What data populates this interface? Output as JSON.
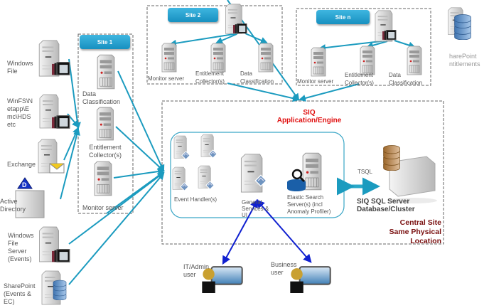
{
  "colors": {
    "connector": "#1b9bbf",
    "user_link": "#1020d0",
    "title_red": "#e01010",
    "central_site": "#7a1010",
    "site_tab": "#1e9ccc"
  },
  "sources": [
    {
      "label": "Windows\nFile",
      "icon": "file-server-icon"
    },
    {
      "label": "WinFS\\N\netapp\\E\nmc\\HDS\netc",
      "icon": "file-server-icon"
    },
    {
      "label": "Exchange",
      "icon": "mail-server-icon"
    },
    {
      "label": "Active\nDirectory",
      "icon": "directory-server-icon"
    },
    {
      "label": "Windows\nFile\nServer\n(Events)",
      "icon": "file-server-icon"
    },
    {
      "label": "SharePoint\n(Events &\nEC)",
      "icon": "database-server-icon"
    }
  ],
  "site1": {
    "title": "Site 1",
    "data_classification": "Data\nClassification",
    "entitlement": "Entitlement\nCollector(s)",
    "monitor": "Monitor server"
  },
  "site2": {
    "title": "Site 2",
    "monitor": "Monitor server",
    "entitlement": "Entitlement\nCollector(s)",
    "data_classification": "Data\nClassification"
  },
  "siten": {
    "title": "Site n",
    "monitor": "Monitor server",
    "entitlement": "Entitlement\nCollector(s)",
    "data_classification": "Data\nClassification"
  },
  "sharepoint_entitlements": "harePoint\nntitlements",
  "central": {
    "title_line1": "SIQ",
    "title_line2": "Application/Engine",
    "event_handlers": "Event Handler(s)",
    "general_services": "General\nServices &\nUI",
    "elastic": "Elastic Search\nServer(s) (incl\nAnomaly Profiler)",
    "tsql": "TSQL",
    "sql_server": "SIQ SQL Server\nDatabase/Cluster",
    "site_label": "Central Site\nSame Physical\nLocation"
  },
  "users": [
    {
      "label": "IT/Admin\nuser"
    },
    {
      "label": "Business\nuser"
    }
  ]
}
